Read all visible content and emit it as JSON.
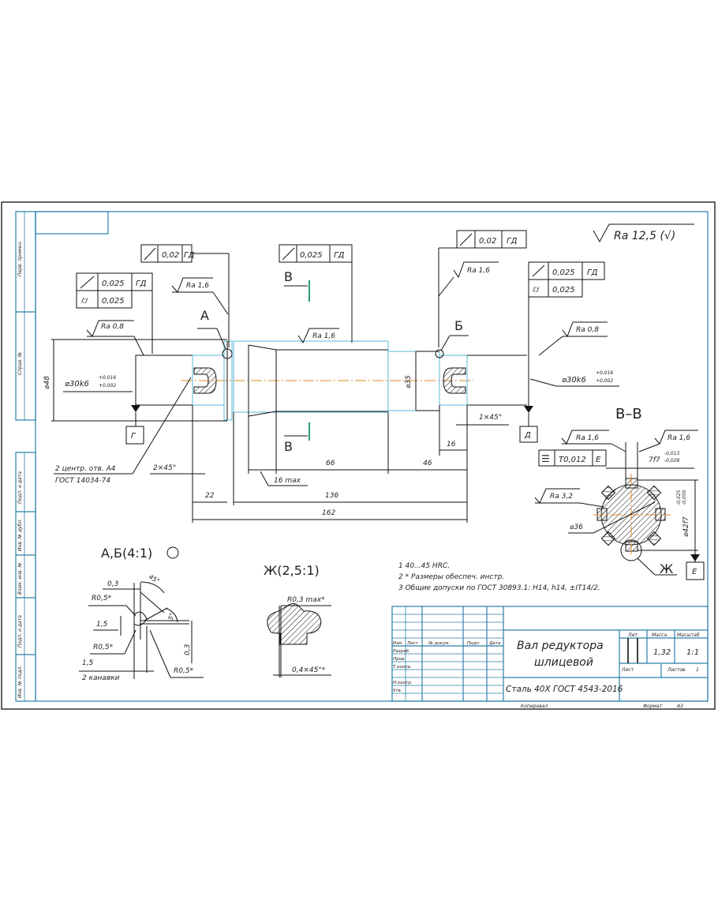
{
  "drawing": {
    "title_line1": "Вал редуктора",
    "title_line2": "шлицевой",
    "material": "Сталь 40Х ГОСТ 4543-2016",
    "mass": "1,32",
    "scale": "1:1",
    "sheet_label": "Лист",
    "sheets_label": "Листов",
    "sheets_count": "1",
    "lit_label": "Лит.",
    "mass_label": "Масса",
    "scale_label": "Масштаб",
    "copied_label": "Копировал",
    "format_label": "Формат",
    "format_value": "А3",
    "roughness_general": "Ra 12,5 (√)"
  },
  "title_block_rows": {
    "headers": [
      "Изм.",
      "Лист",
      "№ докум.",
      "Подп.",
      "Дата"
    ],
    "roles": [
      "Разраб.",
      "Пров.",
      "Т.контр.",
      "",
      "Н.контр.",
      "Утв."
    ]
  },
  "side_stamps": [
    "Перв. примен.",
    "Справ. №",
    "Подп. и дата",
    "Инв. № дубл.",
    "Взам. инв. №",
    "Подп. и дата",
    "Инв. № подл."
  ],
  "notes": [
    "1 40...45 HRC.",
    "2 * Размеры обеспеч. инстр.",
    "3 Общие допуски по ГОСТ 30893.1: H14, h14, ±IT14/2."
  ],
  "annotations": {
    "tol_left_runout": "0,025",
    "tol_left_cyl": "0,025",
    "tol_left_base": "ГД",
    "tol_a_runout": "0,02",
    "tol_a_base": "ГД",
    "tol_mid_runout": "0,025",
    "tol_mid_base": "ГД",
    "tol_b_runout": "0,02",
    "tol_b_base": "ГД",
    "tol_right_runout": "0,025",
    "tol_right_cyl": "0,025",
    "tol_right_base": "ГД",
    "ra_left": "Ra 0,8",
    "ra_a": "Ra 1,6",
    "ra_mid": "Ra 1,6",
    "ra_b": "Ra 1,6",
    "ra_right": "Ra 0,8",
    "label_a": "А",
    "label_b": "Б",
    "label_v": "В",
    "dia_48": "⌀48",
    "dia_30_left": "⌀30k6",
    "dia_30_tol_up": "+0,016",
    "dia_30_tol_dn": "+0,002",
    "dia_30_right": "⌀30k6",
    "dia_35": "⌀35",
    "base_g": "Г",
    "base_d": "Д",
    "base_e": "Е",
    "center_holes_1": "2 центр. отв. А4",
    "center_holes_2": "ГОСТ 14034-74",
    "chamfer_left": "2×45°",
    "chamfer_right": "1×45°",
    "dim_22": "22",
    "dim_16max": "16 max",
    "dim_66": "66",
    "dim_46": "46",
    "dim_16": "16",
    "dim_136": "136",
    "dim_162": "162"
  },
  "section_vv": {
    "title": "В–В",
    "ra_left": "Ra 1,6",
    "ra_right": "Ra 1,6",
    "ra_body": "Ra 3,2",
    "sym_tol": "Т0,012",
    "sym_base": "Е",
    "width_tol": "7f7",
    "width_up": "-0,013",
    "width_dn": "-0,028",
    "dia_36": "⌀36",
    "dia_42": "⌀42f7",
    "dia_42_up": "-0,025",
    "dia_42_dn": "-0,050",
    "detail_label": "Ж"
  },
  "detail_ab": {
    "title": "А,Б(4:1)",
    "d03_top": "0,3",
    "angle45": "45°",
    "r05_1": "R0,5*",
    "d15": "1,5",
    "angle5": "5°",
    "r05_2": "R0,5*",
    "d03_right": "0,3",
    "d15_bottom": "1,5",
    "grooves": "2 канавки",
    "r05_3": "R0,5*"
  },
  "detail_zh": {
    "title": "Ж(2,5:1)",
    "radius": "R0,3 max*",
    "chamfer": "0,4×45°*"
  }
}
